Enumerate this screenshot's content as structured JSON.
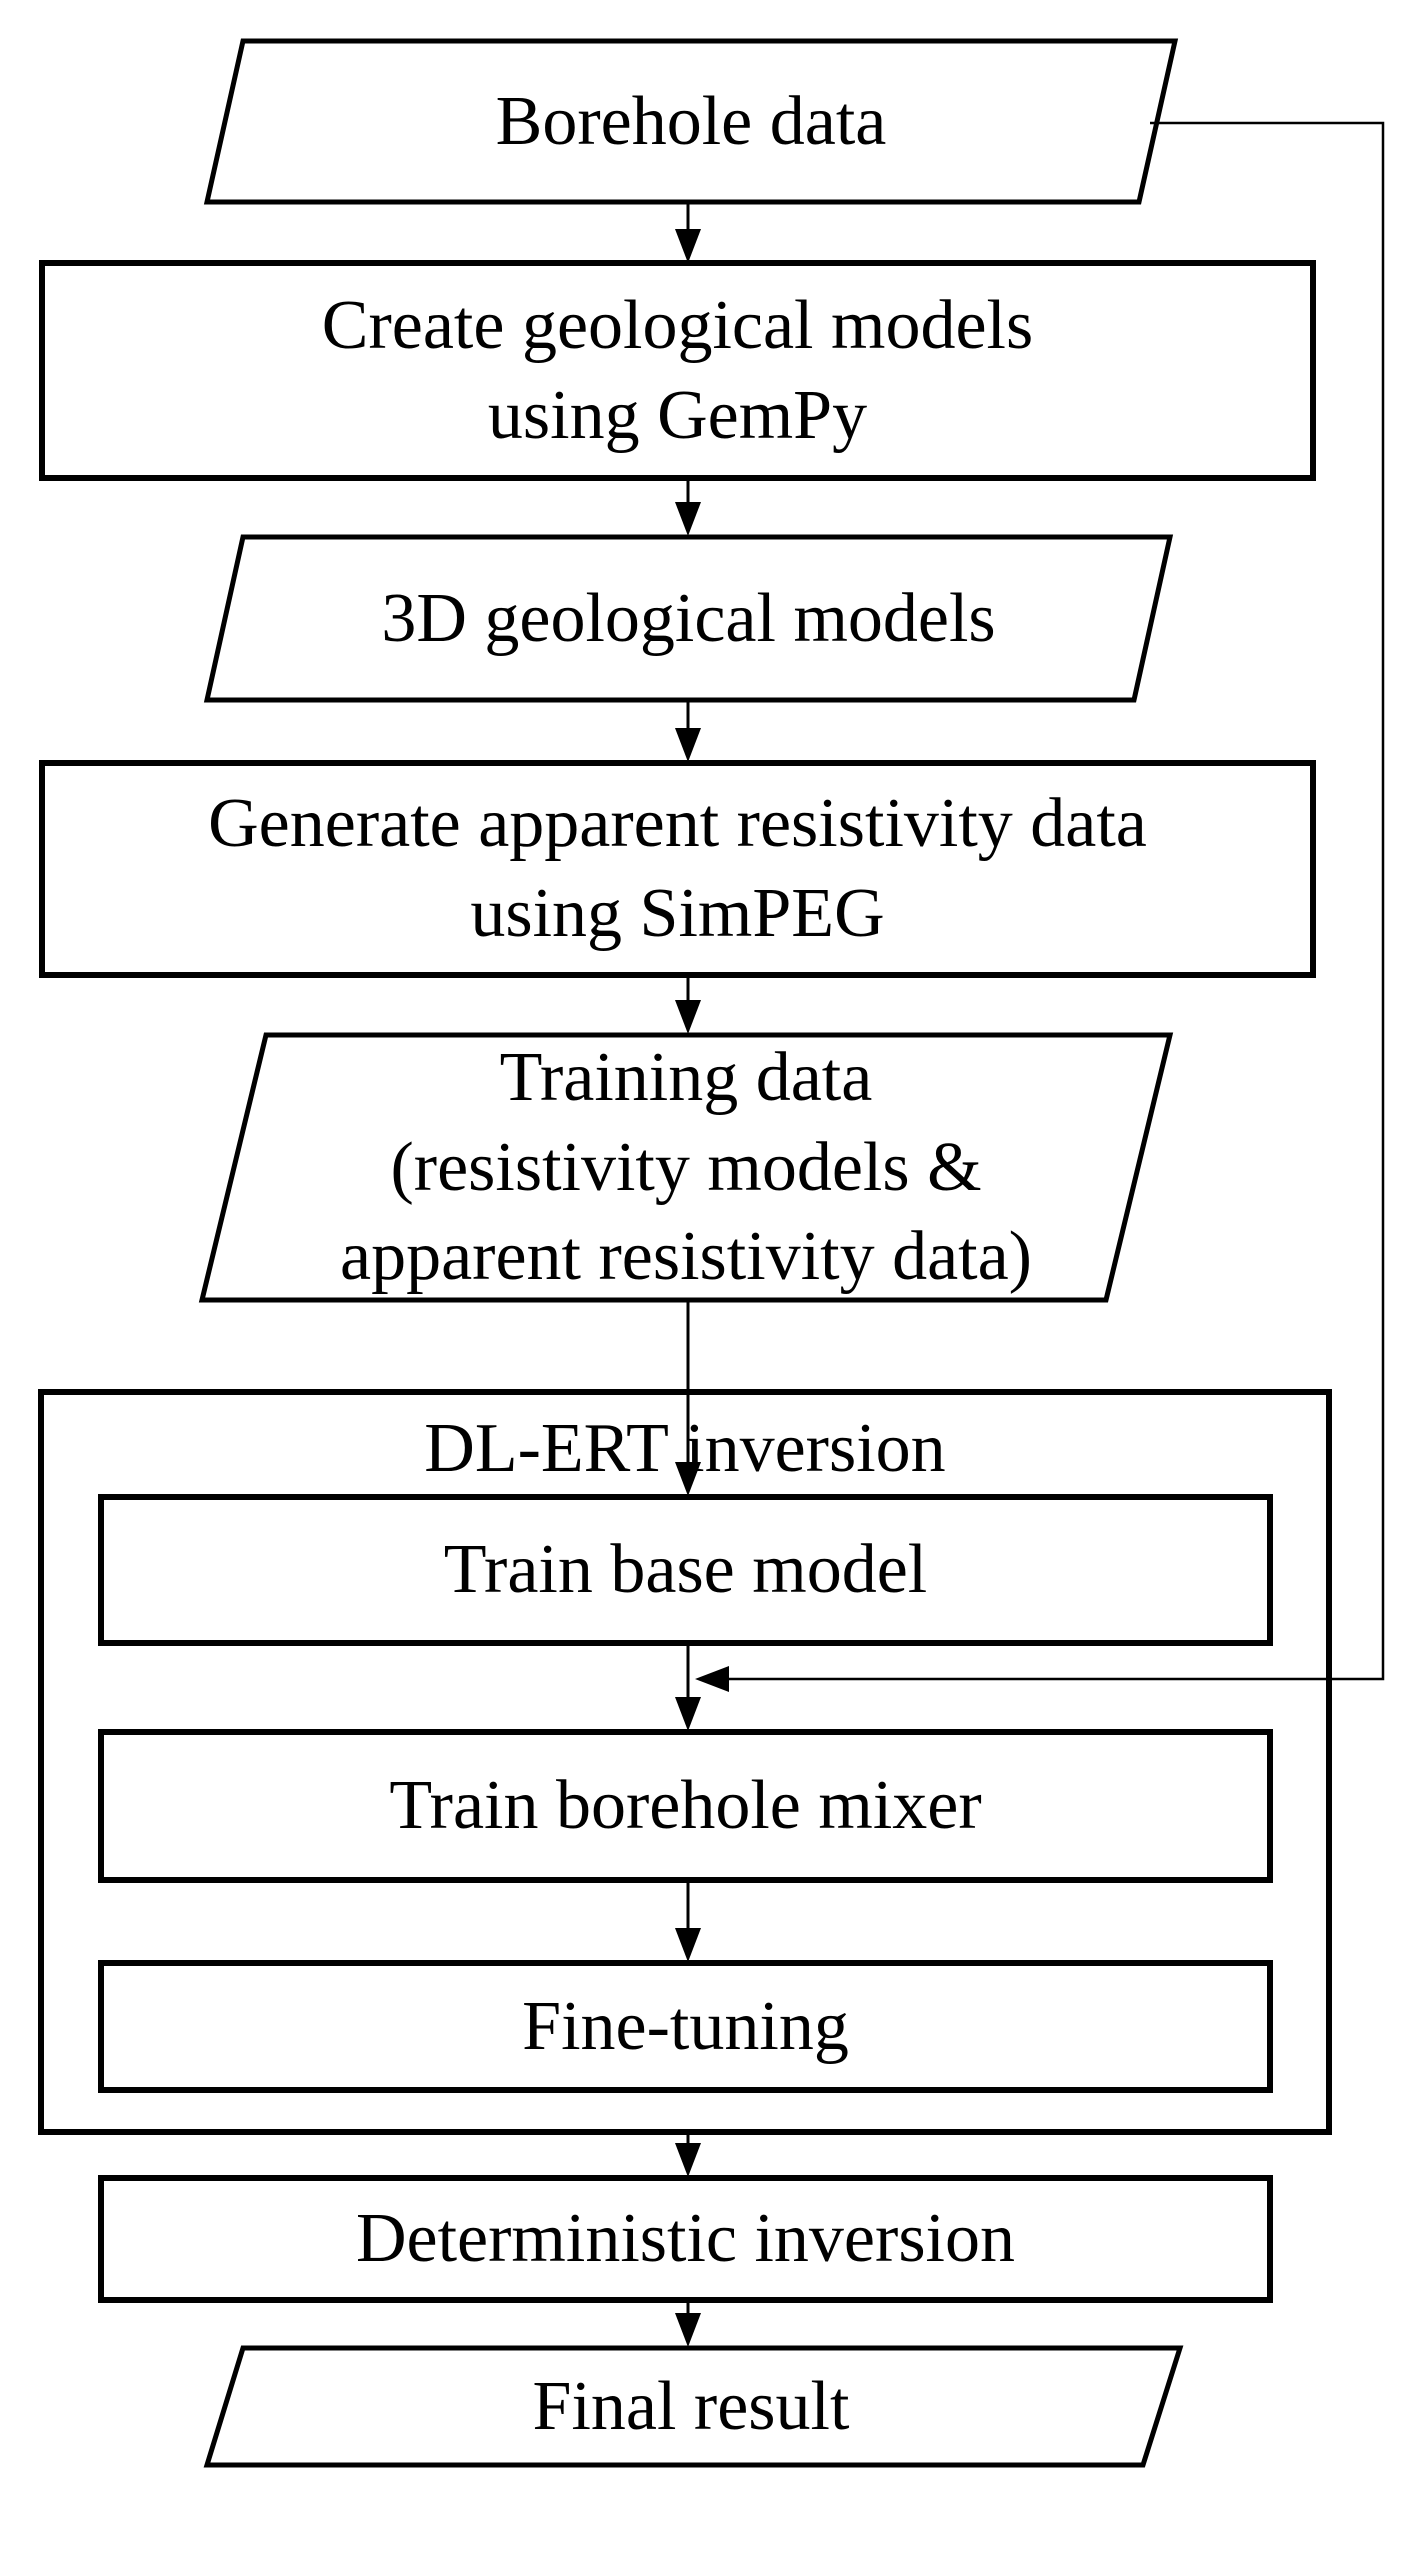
{
  "figure": {
    "kind": "flowchart",
    "background_color": "#ffffff",
    "stroke_color": "#000000",
    "text_color": "#000000",
    "nodes": {
      "borehole_data": {
        "shape": "parallelogram",
        "role": "data",
        "label": "Borehole data"
      },
      "create_geological_models": {
        "shape": "rectangle",
        "role": "process",
        "label": "Create geological models\nusing GemPy"
      },
      "geological_models_3d": {
        "shape": "parallelogram",
        "role": "data",
        "label": "3D geological models"
      },
      "generate_apparent_resistivity": {
        "shape": "rectangle",
        "role": "process",
        "label": "Generate apparent resistivity data\nusing SimPEG"
      },
      "training_data": {
        "shape": "parallelogram",
        "role": "data",
        "label": "Training data\n(resistivity models &\napparent resistivity data)"
      },
      "dl_ert_inversion": {
        "shape": "container",
        "role": "group",
        "label": "DL-ERT inversion"
      },
      "train_base_model": {
        "shape": "rectangle",
        "role": "process",
        "label": "Train base model"
      },
      "train_borehole_mixer": {
        "shape": "rectangle",
        "role": "process",
        "label": "Train borehole mixer"
      },
      "fine_tuning": {
        "shape": "rectangle",
        "role": "process",
        "label": "Fine-tuning"
      },
      "deterministic_inversion": {
        "shape": "rectangle",
        "role": "process",
        "label": "Deterministic inversion"
      },
      "final_result": {
        "shape": "parallelogram",
        "role": "data",
        "label": "Final result"
      }
    },
    "edges": [
      {
        "from": "borehole_data",
        "to": "create_geological_models",
        "route": "straight-down"
      },
      {
        "from": "create_geological_models",
        "to": "geological_models_3d",
        "route": "straight-down"
      },
      {
        "from": "geological_models_3d",
        "to": "generate_apparent_resistivity",
        "route": "straight-down"
      },
      {
        "from": "generate_apparent_resistivity",
        "to": "training_data",
        "route": "straight-down"
      },
      {
        "from": "training_data",
        "to": "train_base_model",
        "route": "straight-down-into-container"
      },
      {
        "from": "train_base_model",
        "to": "train_borehole_mixer",
        "route": "straight-down"
      },
      {
        "from": "borehole_data",
        "to": "train_borehole_mixer",
        "route": "right-side-feedback"
      },
      {
        "from": "train_borehole_mixer",
        "to": "fine_tuning",
        "route": "straight-down"
      },
      {
        "from": "dl_ert_inversion",
        "to": "deterministic_inversion",
        "route": "straight-down"
      },
      {
        "from": "deterministic_inversion",
        "to": "final_result",
        "route": "straight-down"
      }
    ]
  }
}
